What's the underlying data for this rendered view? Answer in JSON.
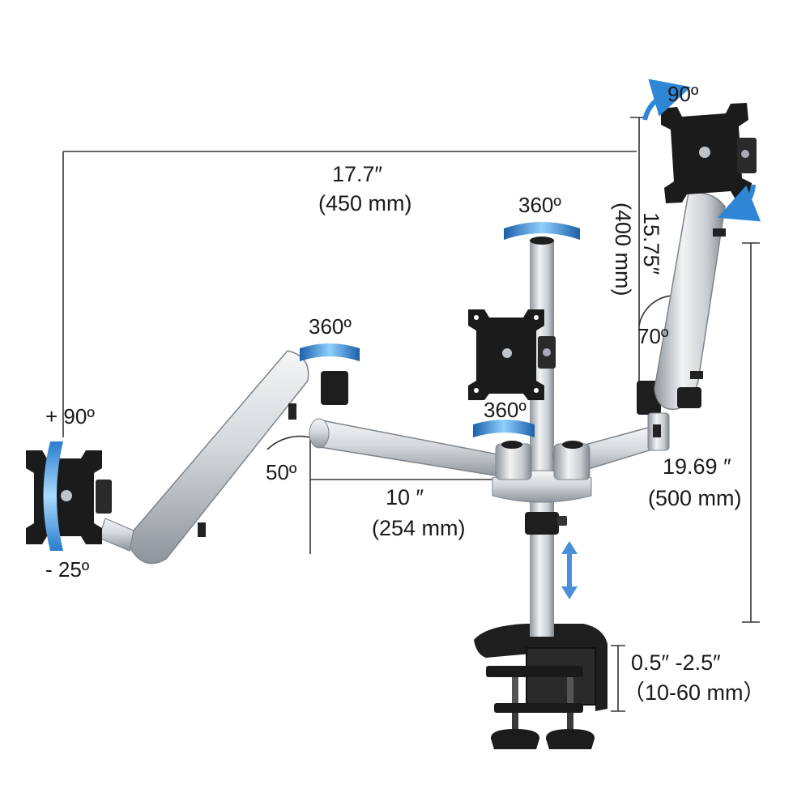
{
  "colors": {
    "background": "#ffffff",
    "aluminum_light": "#e4e7ea",
    "aluminum_dark": "#9aa0a6",
    "mount_black": "#1b1b1b",
    "rotation_arrow_blue": "#2f86d6",
    "height_arrow_blue": "#4a90d9",
    "dimension_line": "#333333"
  },
  "icons": {
    "rotation_arrow": "curved-blue-arrow",
    "tilt_arrow": "curved-tilt-arrow",
    "height_arrow": "double-headed-vertical-arrow",
    "vesa_plate": "vesa-mount-plate"
  },
  "dimensions": {
    "arm_reach_in": "17.7″",
    "arm_reach_mm": "(450 mm)",
    "upper_arm_in": "15.75″",
    "upper_arm_mm": "(400 mm)",
    "center_arm_in": "10 ″",
    "center_arm_mm": "(254 mm)",
    "pole_height_in": "19.69 ″",
    "pole_height_mm": "(500 mm)",
    "clamp_range_in": "0.5″ -2.5″",
    "clamp_range_mm": "（10-60 mm）"
  },
  "angles": {
    "right_monitor_rotation": "90º",
    "pole_top_swivel": "360º",
    "left_arm_joint_swivel": "360º",
    "center_joint_swivel": "360º",
    "left_monitor_tilt_up": "+ 90º",
    "left_monitor_tilt_down": "- 25º",
    "left_arm_elevation": "50º",
    "right_arm_elevation": "70º"
  }
}
